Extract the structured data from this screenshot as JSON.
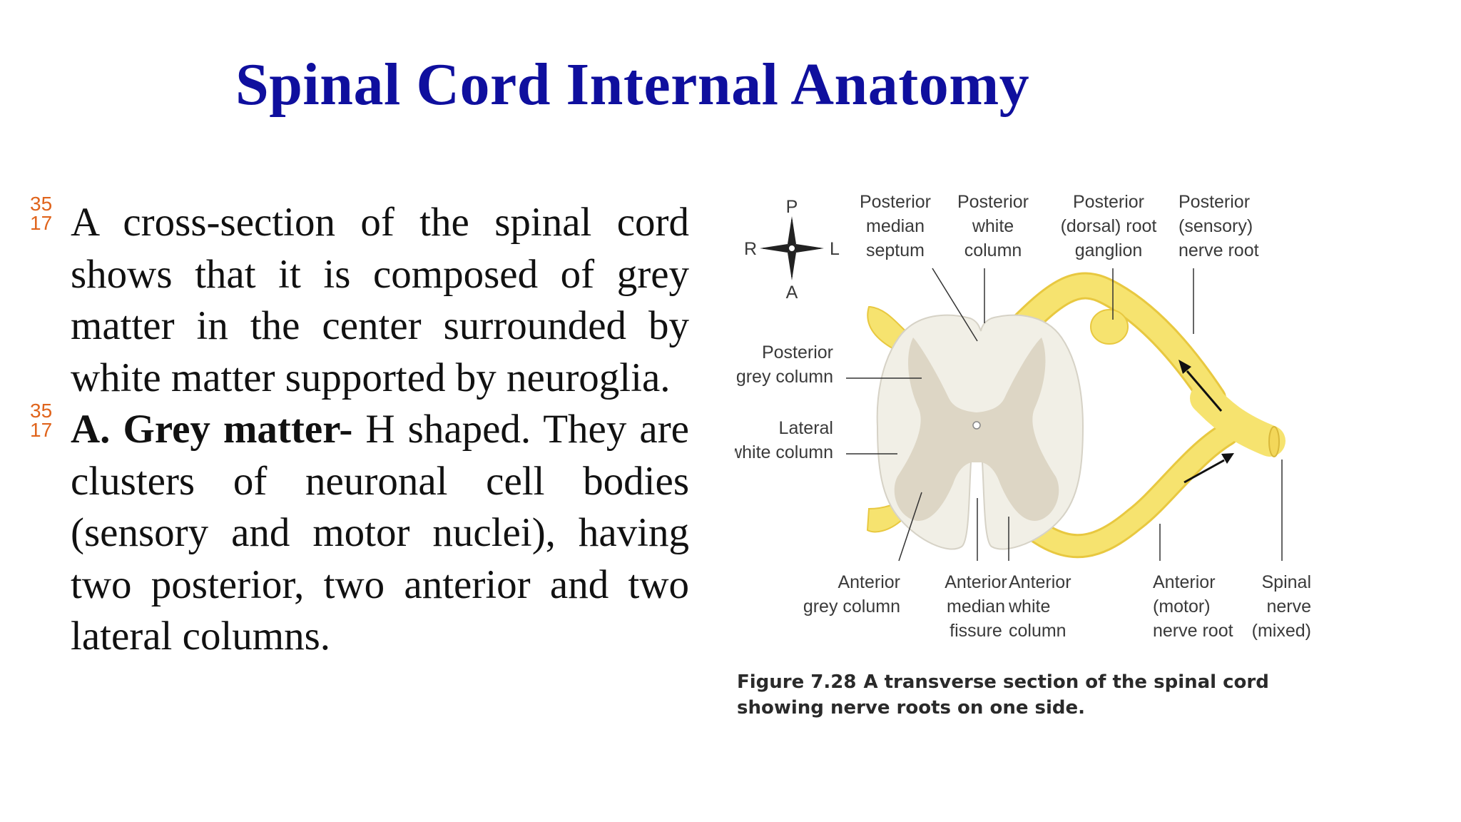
{
  "slide": {
    "title": "Spinal Cord Internal Anatomy",
    "paragraphs": [
      {
        "marker_top": "35",
        "marker_bottom": "17",
        "lead": "",
        "text": "A cross-section of the spinal cord shows that it is composed of grey matter in the center surrounded by white matter supported by neuroglia."
      },
      {
        "marker_top": "35",
        "marker_bottom": "17",
        "lead": "A. Grey matter-",
        "text": " H shaped. They are clusters of neuronal cell bodies (sensory and motor nuclei), having two posterior, two anterior and two lateral columns."
      }
    ]
  },
  "figure": {
    "compass": {
      "top": "P",
      "bottom": "A",
      "left": "R",
      "right": "L"
    },
    "labels": {
      "posterior_median_septum": [
        "Posterior",
        "median",
        "septum"
      ],
      "posterior_white_column": [
        "Posterior",
        "white",
        "column"
      ],
      "posterior_root_ganglion": [
        "Posterior",
        "(dorsal) root",
        "ganglion"
      ],
      "posterior_nerve_root": [
        "Posterior",
        "(sensory)",
        "nerve root"
      ],
      "posterior_grey_column": [
        "Posterior",
        "grey column"
      ],
      "lateral_white_column": [
        "Lateral",
        "white column"
      ],
      "anterior_grey_column": [
        "Anterior",
        "grey column"
      ],
      "anterior_median_fissure": [
        "Anterior",
        "median",
        "fissure"
      ],
      "anterior_white_column": [
        "Anterior",
        "white",
        "column"
      ],
      "anterior_nerve_root": [
        "Anterior",
        "(motor)",
        "nerve root"
      ],
      "spinal_nerve": [
        "Spinal",
        "nerve",
        "(mixed)"
      ]
    },
    "caption_number": "Figure 7.28",
    "caption_text": "A transverse section of the spinal cord showing nerve roots on one side.",
    "colors": {
      "white_matter": "#f1efe6",
      "grey_matter": "#ddd6c5",
      "nerve": "#f6e36f",
      "nerve_edge": "#e8c840"
    }
  }
}
